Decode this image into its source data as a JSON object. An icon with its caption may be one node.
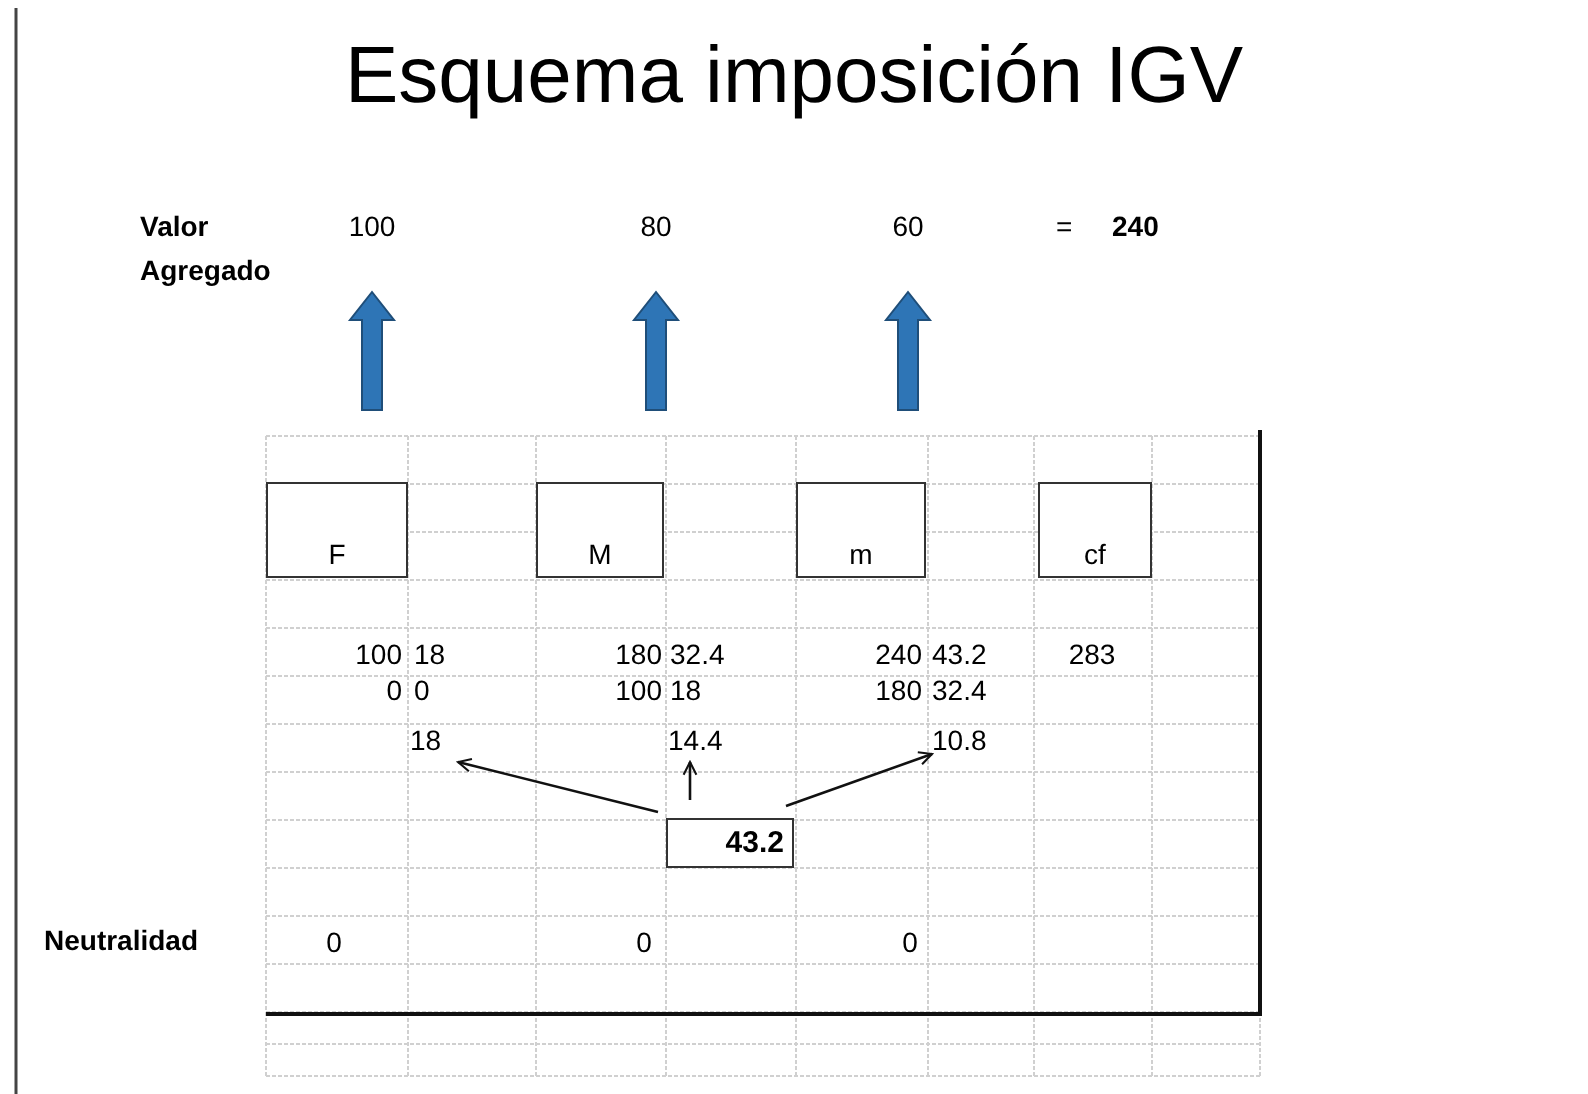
{
  "diagram": {
    "title": "Esquema imposición IGV",
    "nodes": [
      {
        "text": [
          "100"
        ]
      },
      {
        "text": [
          "80"
        ]
      },
      {
        "text": [
          "60"
        ]
      },
      {
        "text": [
          "F"
        ]
      },
      {
        "text": [
          "M"
        ]
      },
      {
        "text": [
          "m"
        ]
      },
      {
        "text": [
          "cf"
        ]
      },
      {
        "text": [
          "18"
        ]
      },
      {
        "text": [
          "14.4"
        ]
      },
      {
        "text": [
          "10.8"
        ]
      },
      {
        "text": [
          "43.2"
        ]
      }
    ],
    "edges": [
      {
        "from": 3,
        "to": 0,
        "arrow": "to",
        "style": "thick",
        "color": "#2e75b6"
      },
      {
        "from": 4,
        "to": 1,
        "arrow": "to",
        "style": "thick",
        "color": "#2e75b6"
      },
      {
        "from": 5,
        "to": 2,
        "arrow": "to",
        "style": "thick",
        "color": "#2e75b6"
      },
      {
        "from": 10,
        "to": 7,
        "arrow": "to"
      },
      {
        "from": 10,
        "to": 8,
        "arrow": "to"
      },
      {
        "from": 10,
        "to": 9,
        "arrow": "to"
      }
    ],
    "labels": [
      "Valor Agregado",
      "=",
      "240",
      "100",
      "18",
      "180",
      "32.4",
      "240",
      "43.2",
      "283",
      "0",
      "0",
      "100",
      "18",
      "180",
      "32.4",
      "Neutralidad",
      "0",
      "0",
      "0"
    ]
  }
}
